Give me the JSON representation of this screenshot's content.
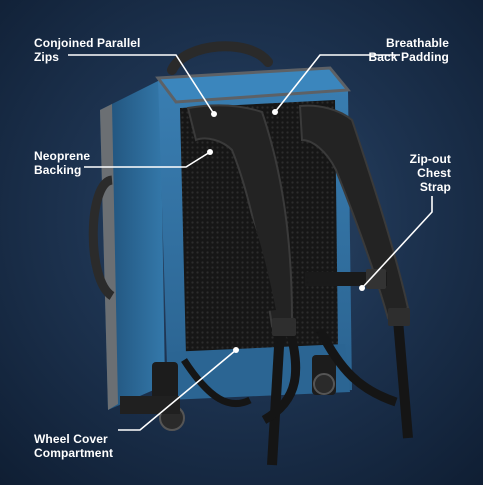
{
  "callouts": {
    "zips": "Conjoined Parallel\nZips",
    "back_padding": "Breathable\nBack Padding",
    "neoprene": "Neoprene\nBacking",
    "chest_strap": "Zip-out\nChest\nStrap",
    "wheel_cover": "Wheel Cover\nCompartment"
  },
  "colors": {
    "background_dark": "#0f1e33",
    "bag_blue": "#2d6b9b",
    "mesh": "#1a1a1a",
    "callout_line": "#ffffff"
  }
}
